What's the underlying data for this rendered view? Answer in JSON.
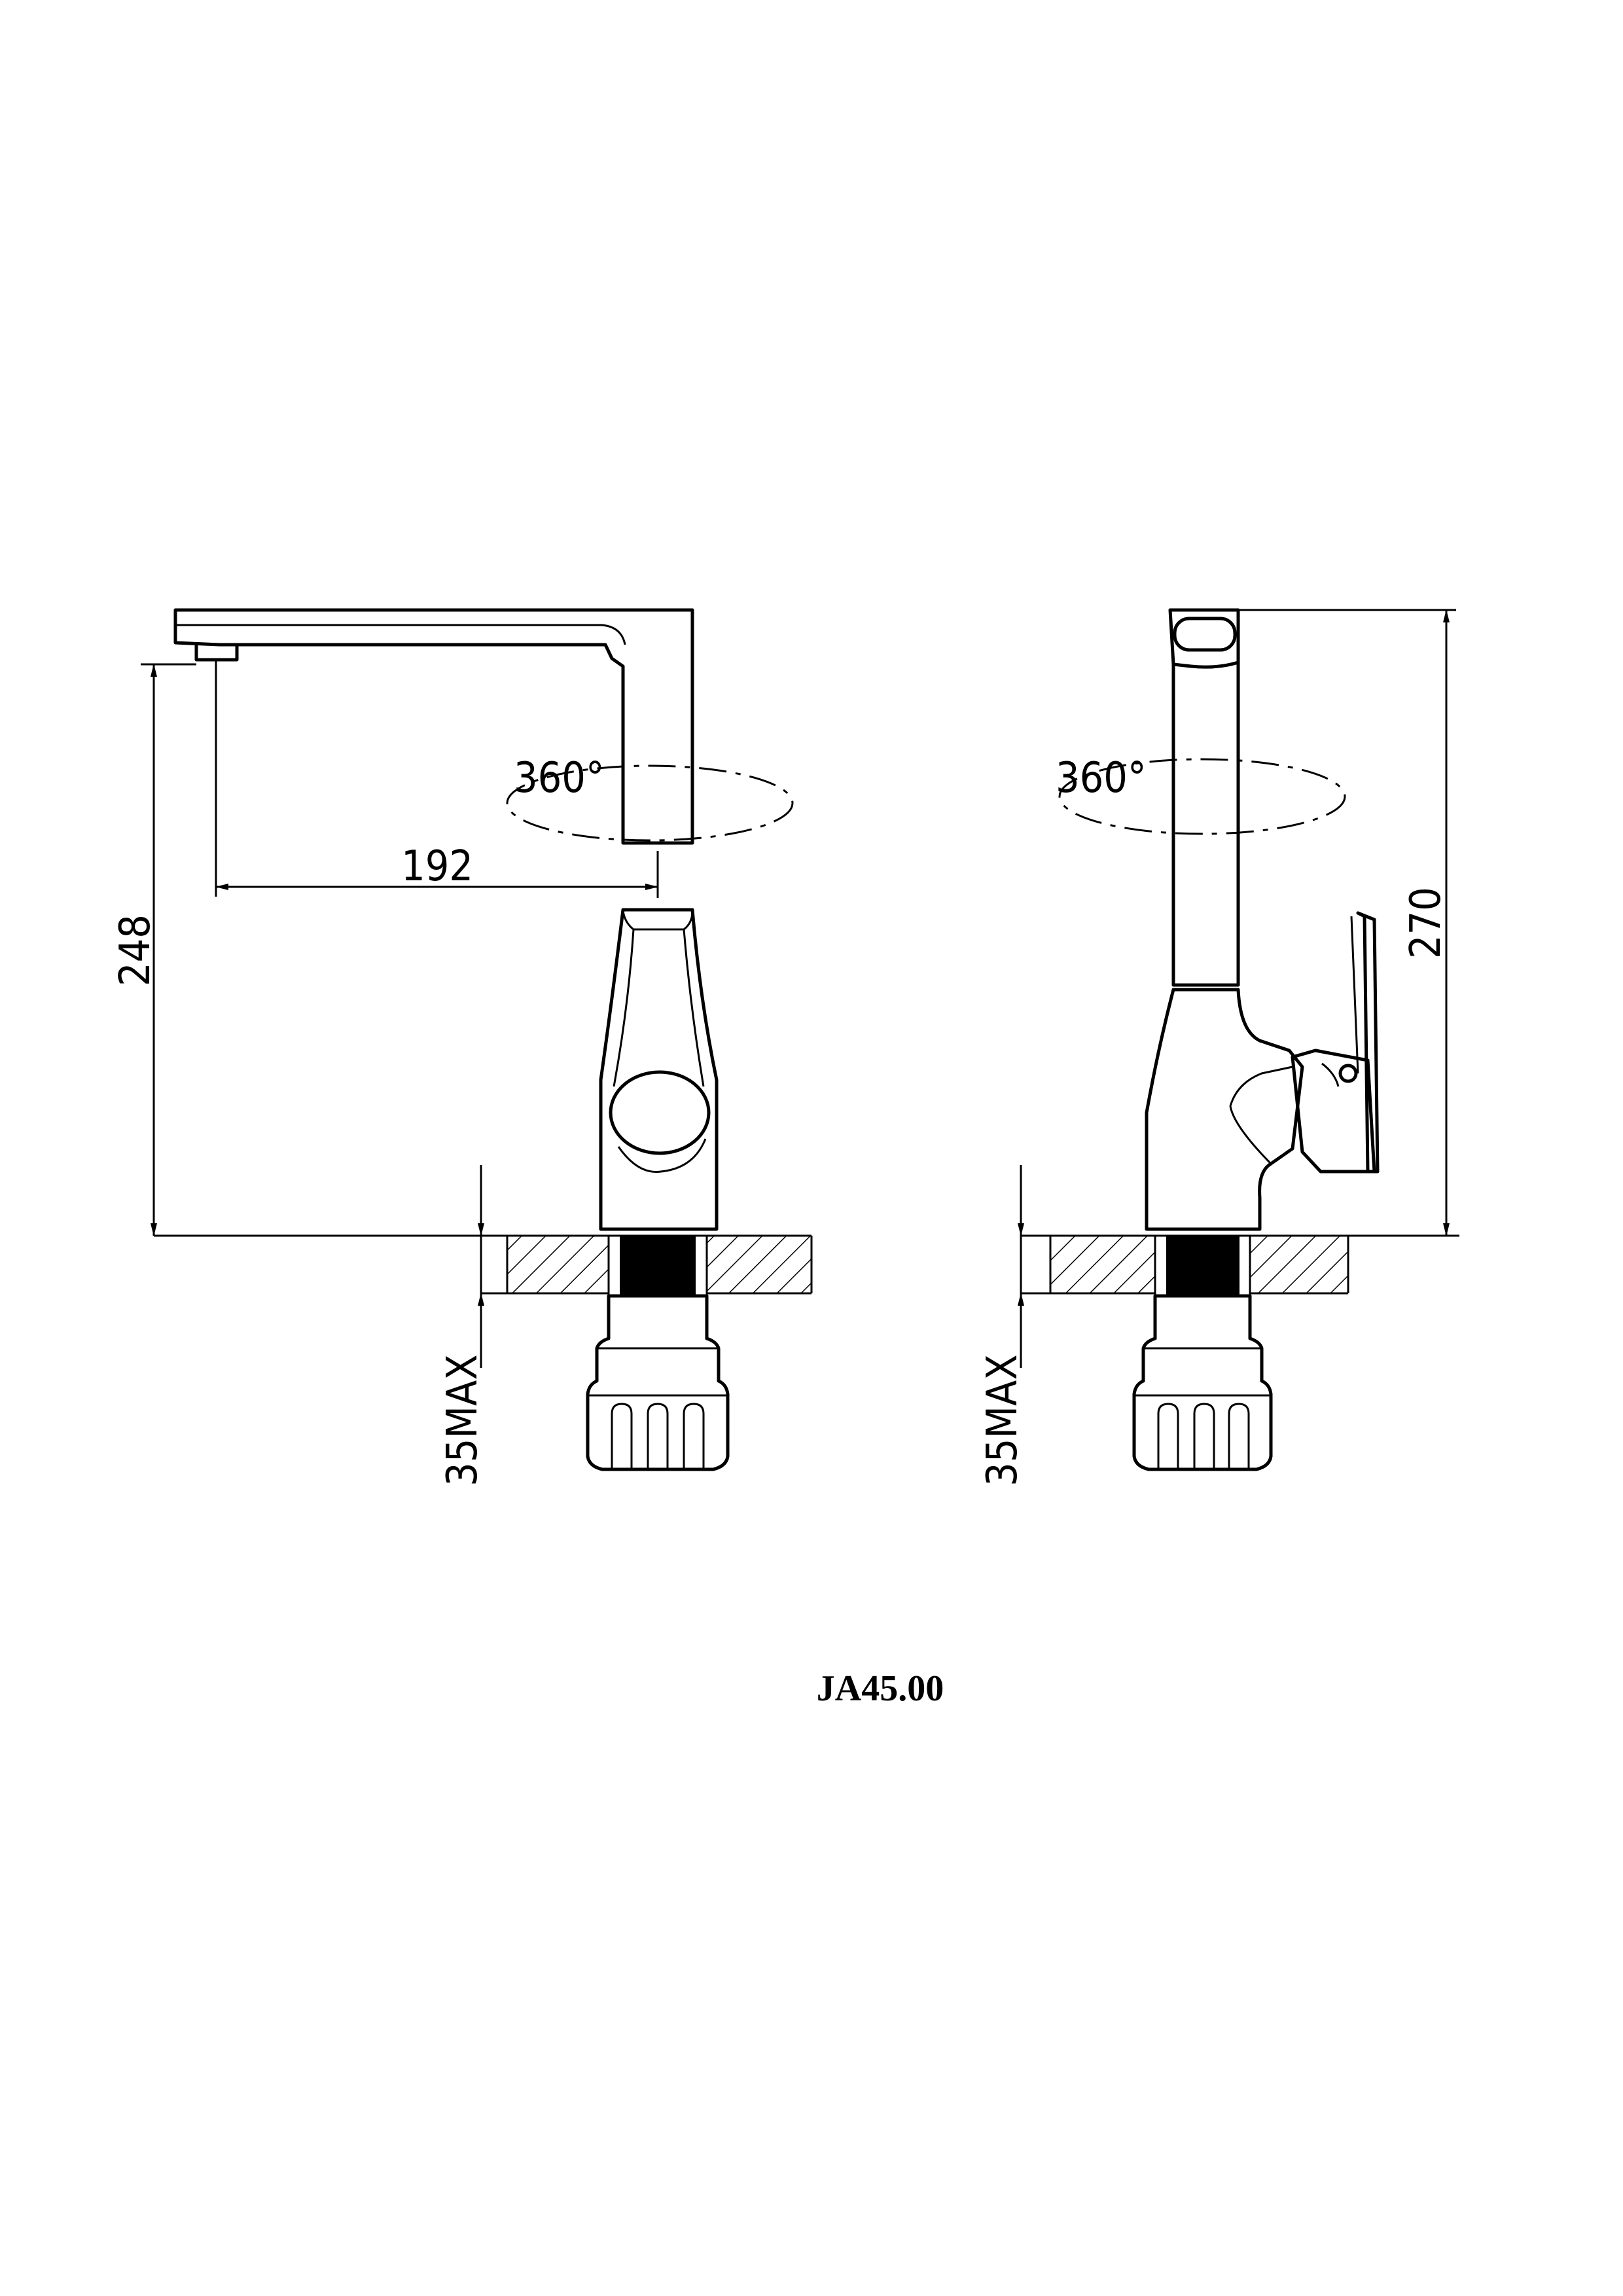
{
  "dimensions": {
    "spout_reach": "192",
    "spout_height": "248",
    "overall_height": "270",
    "deck_max_left": "35MAX",
    "deck_max_right": "35MAX",
    "rotation_left": "360°",
    "rotation_right": "360°"
  },
  "model_code": "JA45.00"
}
